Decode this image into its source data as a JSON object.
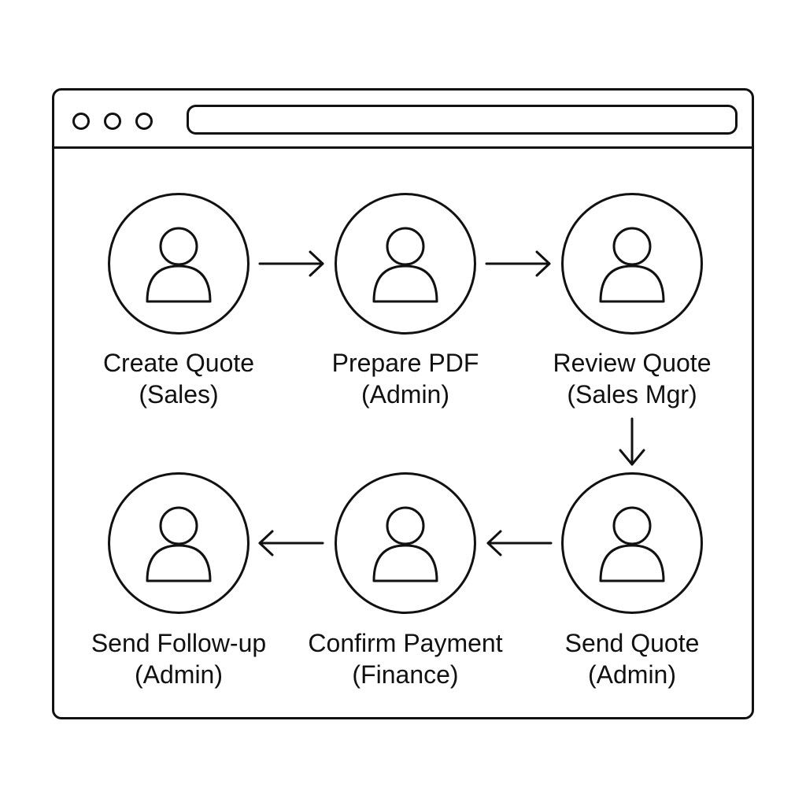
{
  "window": {
    "controls": [
      "window-dot-1",
      "window-dot-2",
      "window-dot-3"
    ],
    "address_bar": ""
  },
  "nodes": [
    {
      "title": "Create Quote",
      "role": "(Sales)",
      "icon": "user-icon"
    },
    {
      "title": "Prepare PDF",
      "role": "(Admin)",
      "icon": "user-icon"
    },
    {
      "title": "Review Quote",
      "role": "(Sales Mgr)",
      "icon": "user-icon"
    },
    {
      "title": "Send Quote",
      "role": "(Admin)",
      "icon": "user-icon"
    },
    {
      "title": "Confirm Payment",
      "role": "(Finance)",
      "icon": "user-icon"
    },
    {
      "title": "Send Follow-up",
      "role": "(Admin)",
      "icon": "user-icon"
    }
  ],
  "edges": [
    {
      "from": "Create Quote",
      "to": "Prepare PDF"
    },
    {
      "from": "Prepare PDF",
      "to": "Review Quote"
    },
    {
      "from": "Review Quote",
      "to": "Send Quote"
    },
    {
      "from": "Send Quote",
      "to": "Confirm Payment"
    },
    {
      "from": "Confirm Payment",
      "to": "Send Follow-up"
    }
  ],
  "colors": {
    "stroke": "#111111",
    "background": "#ffffff"
  }
}
